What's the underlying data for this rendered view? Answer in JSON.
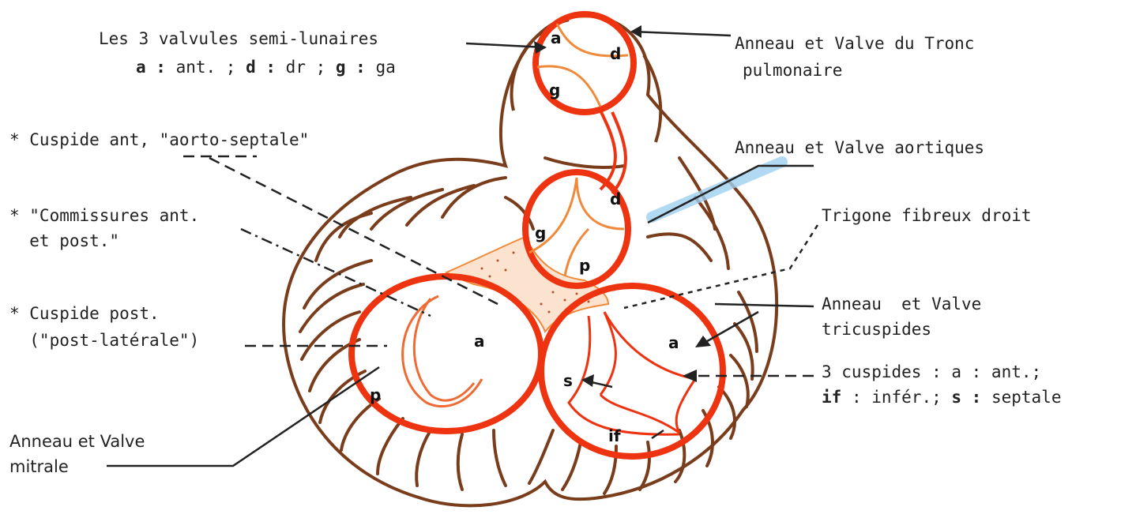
{
  "labels": {
    "semilunar_l1": "Les 3 valvules semi-lunaires",
    "semilunar_l2_a": "a :",
    "semilunar_l2_a_txt": " ant. ; ",
    "semilunar_l2_d": "d :",
    "semilunar_l2_d_txt": " dr ; ",
    "semilunar_l2_g": "g :",
    "semilunar_l2_g_txt": " ga",
    "pulm_l1": "Anneau et Valve du Tronc",
    "pulm_l2": "pulmonaire",
    "cusp_ant": "* Cuspide ant, \"aorto-septale\"",
    "aortic": "Anneau et Valve aortiques",
    "comm_l1": "* \"Commissures ant.",
    "comm_l2": "  et post.\"",
    "trigone": "Trigone fibreux droit",
    "cusp_post_l1": "* Cuspide post.",
    "cusp_post_l2": "  (\"post-latérale\")",
    "tric_l1": "Anneau  et Valve",
    "tric_l2": "tricuspides",
    "three_l1": "3 cuspides : a : ant.;",
    "three_l2_if": "if",
    "three_l2_mid": " : infér.; ",
    "three_l2_s": "s :",
    "three_l2_end": " septale",
    "mitral_l1": "Anneau et Valve",
    "mitral_l2": "mitrale"
  },
  "letters": {
    "pulm_a": "a",
    "pulm_d": "d",
    "pulm_g": "g",
    "aort_d": "d",
    "aort_g": "g",
    "aort_p": "p",
    "mitral_a": "a",
    "mitral_p": "p",
    "tric_a": "a",
    "tric_s": "s",
    "tric_if": "if"
  },
  "colors": {
    "ring": "#ee3311",
    "valve": "#f08a3a",
    "wall": "#7a3d1c",
    "leader": "#222222",
    "highlight": "#9fd0f0"
  }
}
